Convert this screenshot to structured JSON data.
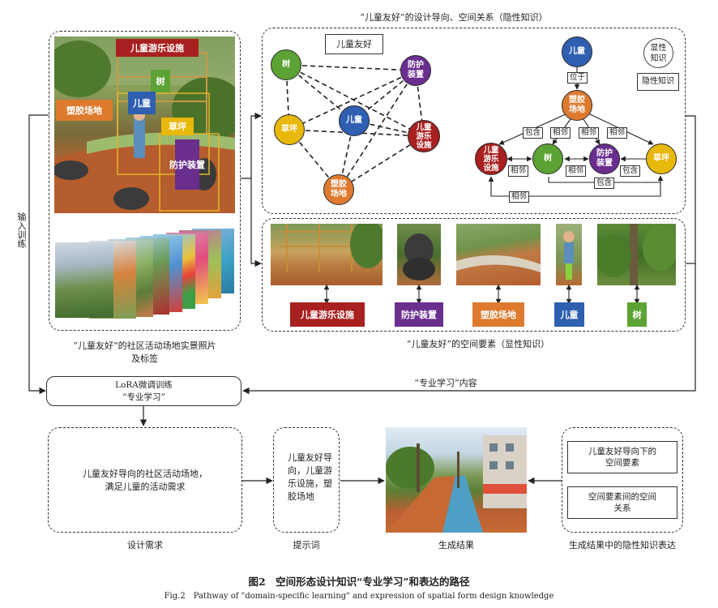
{
  "top_title": "“儿童友好”的设计导向、空间关系（隐性知识）",
  "left_photo_tags": {
    "facility": "儿童游乐设施",
    "tree": "树",
    "child": "儿童",
    "plastic": "塑胶场地",
    "lawn": "草坪",
    "protect": "防护装置"
  },
  "left_caption_line1": "“儿童友好”的社区活动场地实景照片",
  "left_caption_line2": "及标签",
  "input_training": "输入训练",
  "graph1": {
    "label": "儿童友好",
    "nodes": {
      "tree": "树",
      "protect": "防护\n装置",
      "lawn": "草坪",
      "child": "儿童",
      "facility": "儿童\n游乐\n设施",
      "plastic": "塑胶\n场地"
    }
  },
  "graph2": {
    "badge": "显性\n知识",
    "implicit_label": "隐性知识",
    "nodes": {
      "child": "儿童",
      "plastic": "塑胶\n场地",
      "facility": "儿童\n游乐\n设施",
      "tree": "树",
      "protect": "防护\n装置",
      "lawn": "草坪"
    },
    "relations": {
      "located": "位于",
      "contain1": "包含",
      "adj1": "相邻",
      "adj2": "相邻",
      "adj3": "相邻",
      "adj4": "相邻",
      "adj5": "相邻",
      "contain2": "包含",
      "contain3": "包含",
      "adj6": "相邻"
    }
  },
  "elements_tags": {
    "facility": "儿童游乐设施",
    "protect": "防护装置",
    "plastic": "塑胶场地",
    "child": "儿童",
    "tree": "树"
  },
  "elements_caption": "“儿童友好”的空间要素（显性知识）",
  "lora_line1": "LoRA微调训练",
  "lora_line2": "“专业学习”",
  "pro_content": "“专业学习”内容",
  "need_text": "儿童友好导向的社区活动场地，\n满足儿童的活动需求",
  "prompt_text": "儿童友好导\n向，儿童游\n乐设施，塑\n胶场地",
  "implicit_box1": "儿童友好导向下的\n空间要素",
  "implicit_box2": "空间要素间的空间\n关系",
  "captions": {
    "need": "设计需求",
    "prompt": "提示词",
    "result": "生成结果",
    "implicit": "生成结果中的隐性知识表达"
  },
  "fig_title": "图2　空间形态设计知识“专业学习”和表达的路径",
  "fig_subtitle": "Fig.2　Pathway of \"domain-specific learning\" and expression of spatial form design knowledge",
  "colors": {
    "tree": "#5da234",
    "protect": "#6a2e8f",
    "lawn": "#e8b80a",
    "child": "#2f5fb0",
    "facility": "#a8201f",
    "plastic": "#dd7a2e"
  }
}
